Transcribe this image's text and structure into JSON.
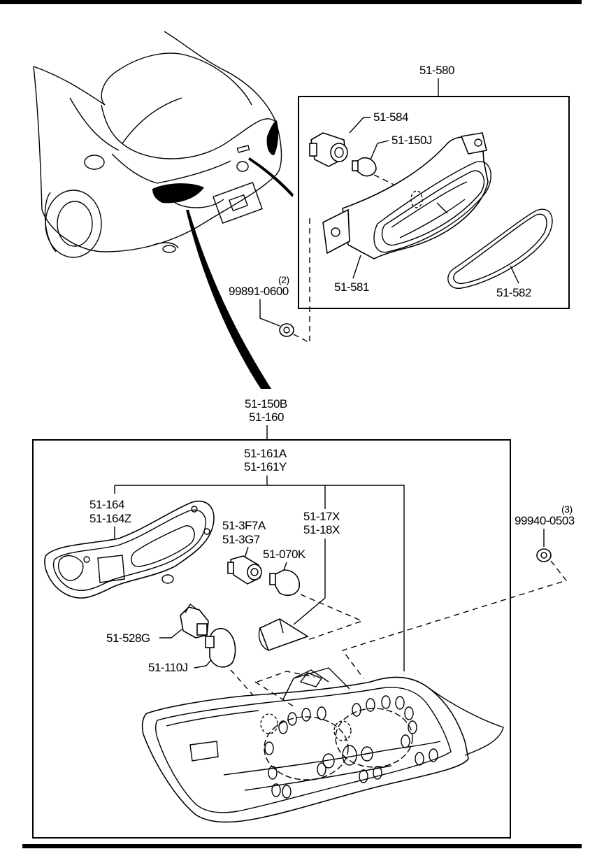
{
  "labels": {
    "top_assembly": "51-580",
    "socket_top": "51-584",
    "bulb_top": "51-150J",
    "housing_top": "51-581",
    "gasket_top": "51-582",
    "nut_top_qty": "(2)",
    "nut_top": "99891-0600",
    "main_assembly_a": "51-150B",
    "main_assembly_b": "51-160",
    "lens_a": "51-161A",
    "lens_b": "51-161Y",
    "gasket_a": "51-164",
    "gasket_b": "51-164Z",
    "socket_a": "51-3F7A",
    "socket_b": "51-3G7",
    "reflector_a": "51-17X",
    "reflector_b": "51-18X",
    "bulb_070": "51-070K",
    "socket_528": "51-528G",
    "bulb_110": "51-110J",
    "nut_right_qty": "(3)",
    "nut_right": "99940-0503"
  }
}
